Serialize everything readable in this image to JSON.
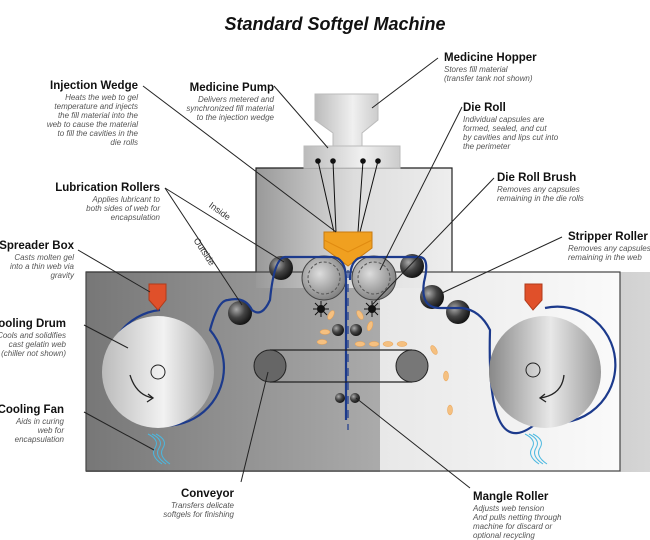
{
  "title": "Standard Softgel Machine",
  "labels": {
    "injection_wedge": {
      "name": "Injection Wedge",
      "desc": [
        "Heats the web to gel",
        "temperature and injects",
        "the fill material into the",
        "web to cause the material",
        "to fill the cavities in the",
        "die rolls"
      ]
    },
    "medicine_pump": {
      "name": "Medicine Pump",
      "desc": [
        "Delivers metered and",
        "synchronized fill material",
        "to the injection wedge"
      ]
    },
    "medicine_hopper": {
      "name": "Medicine Hopper",
      "desc": [
        "Stores fill material",
        "(transfer tank not shown)"
      ]
    },
    "die_roll": {
      "name": "Die Roll",
      "desc": [
        "Individual capsules are",
        "formed, sealed, and cut",
        "by cavities and lips cut into",
        "the perimeter"
      ]
    },
    "lubrication_rollers": {
      "name": "Lubrication Rollers",
      "desc": [
        "Applies lubricant to",
        "both sides of web for",
        "encapsulation"
      ]
    },
    "die_roll_brush": {
      "name": "Die Roll Brush",
      "desc": [
        "Removes any capsules",
        "remaining in the die rolls"
      ]
    },
    "spreader_box": {
      "name": "Spreader Box",
      "desc": [
        "Casts molten gel",
        "into a thin web via",
        "gravity"
      ]
    },
    "stripper_roller": {
      "name": "Stripper Roller",
      "desc": [
        "Removes any capsules",
        "remaining in the web"
      ]
    },
    "cooling_drum": {
      "name": "Cooling Drum",
      "desc": [
        "Cools and solidifies",
        "cast gelatin web",
        "(chiller not shown)"
      ]
    },
    "cooling_fan": {
      "name": "Cooling Fan",
      "desc": [
        "Aids in curing",
        "web for",
        "encapsulation"
      ]
    },
    "conveyor": {
      "name": "Conveyor",
      "desc": [
        "Transfers delicate",
        "softgels for finishing"
      ]
    },
    "mangle_roller": {
      "name": "Mangle Roller",
      "desc": [
        "Adjusts web tension",
        "And pulls netting through",
        "machine for discard or",
        "optional recycling"
      ]
    }
  },
  "annotations": {
    "inside": "Inside",
    "outside": "Outside"
  },
  "colors": {
    "web": "#1c3a8c",
    "wedge": "#f0a020",
    "spreader": "#e0502a",
    "fan": "#4ab8e0",
    "capsule": "#f5c080"
  }
}
